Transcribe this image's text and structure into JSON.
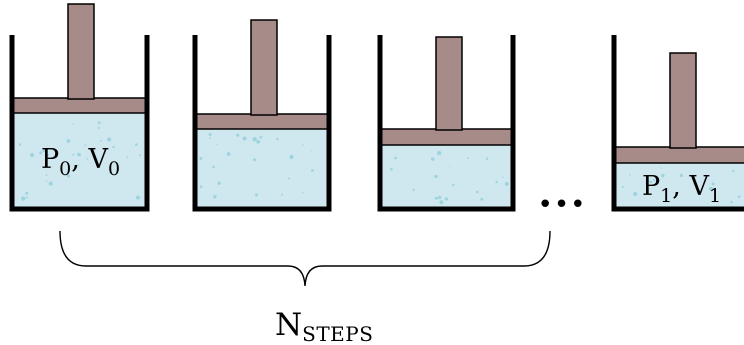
{
  "colors": {
    "fluid": "#cfe8ef",
    "bubble": "#9ed3e0",
    "piston": "#a68b88",
    "outline": "#000000",
    "wall": "#000000"
  },
  "labels": {
    "state_initial": {
      "p": "P",
      "p_sub": "0",
      "sep": ", ",
      "v": "V",
      "v_sub": "0"
    },
    "state_final": {
      "p": "P",
      "p_sub": "1",
      "sep": ", ",
      "v": "V",
      "v_sub": "1"
    },
    "ellipsis": "•••",
    "steps": {
      "base": "N",
      "sub": "STEPS"
    }
  }
}
